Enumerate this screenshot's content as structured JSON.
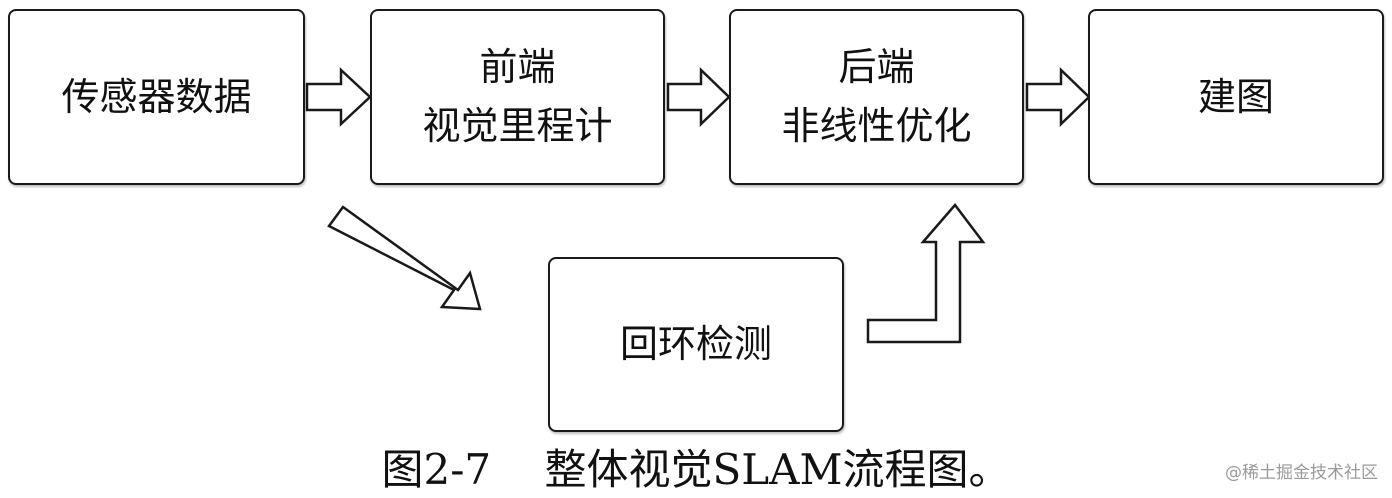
{
  "diagram": {
    "nodes": [
      {
        "id": "sensor",
        "lines": [
          "传感器数据"
        ]
      },
      {
        "id": "frontend",
        "lines": [
          "前端",
          "视觉里程计"
        ]
      },
      {
        "id": "backend",
        "lines": [
          "后端",
          "非线性优化"
        ]
      },
      {
        "id": "mapping",
        "lines": [
          "建图"
        ]
      },
      {
        "id": "loop",
        "lines": [
          "回环检测"
        ]
      }
    ],
    "edges": [
      {
        "from": "sensor",
        "to": "frontend"
      },
      {
        "from": "frontend",
        "to": "backend"
      },
      {
        "from": "backend",
        "to": "mapping"
      },
      {
        "from": "sensor",
        "to": "loop"
      },
      {
        "from": "loop",
        "to": "backend"
      }
    ]
  },
  "caption": "图2-7    整体视觉SLAM流程图。",
  "watermark": "@稀土掘金技术社区",
  "colors": {
    "stroke": "#1a1a1a",
    "text": "#111111",
    "watermark": "#9a9a9a"
  }
}
